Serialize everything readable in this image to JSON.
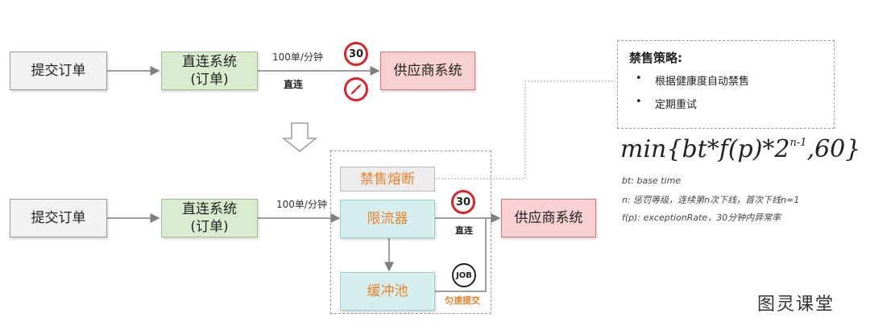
{
  "top_flow": {
    "submit_order": "提交订单",
    "direct_system_line1": "直连系统",
    "direct_system_line2": "(订单)",
    "rate": "100单/分钟",
    "link": "直连",
    "speed_limit": "30",
    "supplier": "供应商系统"
  },
  "bottom_flow": {
    "submit_order": "提交订单",
    "direct_system_line1": "直连系统",
    "direct_system_line2": "(订单)",
    "rate": "100单/分钟",
    "fuse": "禁售熔断",
    "limiter": "限流器",
    "buffer": "缓冲池",
    "speed_limit": "30",
    "link": "直连",
    "job": "JOB",
    "uniform_submit": "匀速提交",
    "supplier": "供应商系统"
  },
  "policy": {
    "title": "禁售策略:",
    "items": [
      {
        "bullet": "•",
        "text": "根据健康度自动禁售"
      },
      {
        "bullet": "•",
        "text": "定期重试"
      }
    ]
  },
  "formula": {
    "prefix": "min{bt*f(p)*2",
    "exponent": "n-1",
    "suffix": ",60}"
  },
  "notes": {
    "bt": "bt:  base time",
    "n": "n:  惩罚等级，连续第n次下线，首次下线n=1",
    "fp": "f(p):  exceptionRate，30分钟内异常率"
  },
  "watermark": "图灵课堂",
  "colors": {
    "arrow": "#7f7f7f",
    "orange": "#e8832c",
    "red": "#d9242b"
  }
}
